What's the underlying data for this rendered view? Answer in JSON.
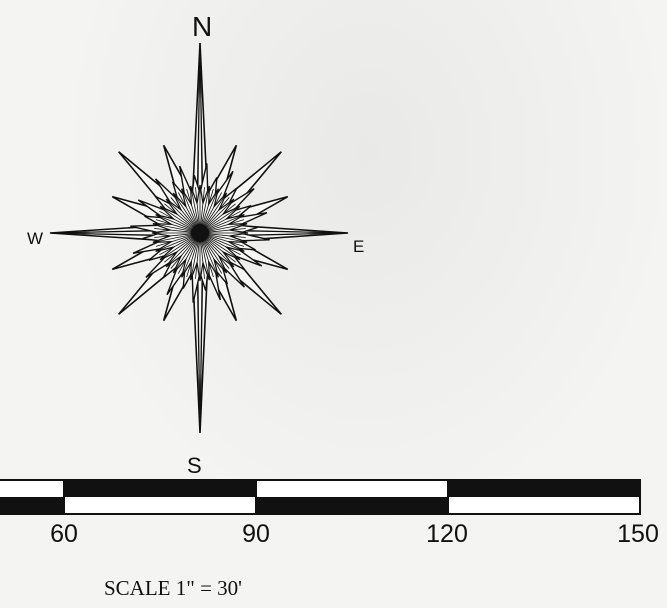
{
  "compass": {
    "north_label": "N",
    "south_label": "S",
    "east_label": "E",
    "west_label": "W"
  },
  "scale_bar": {
    "tick_labels": [
      "60",
      "90",
      "120",
      "150"
    ],
    "caption": "SCALE 1\" = 30'"
  }
}
